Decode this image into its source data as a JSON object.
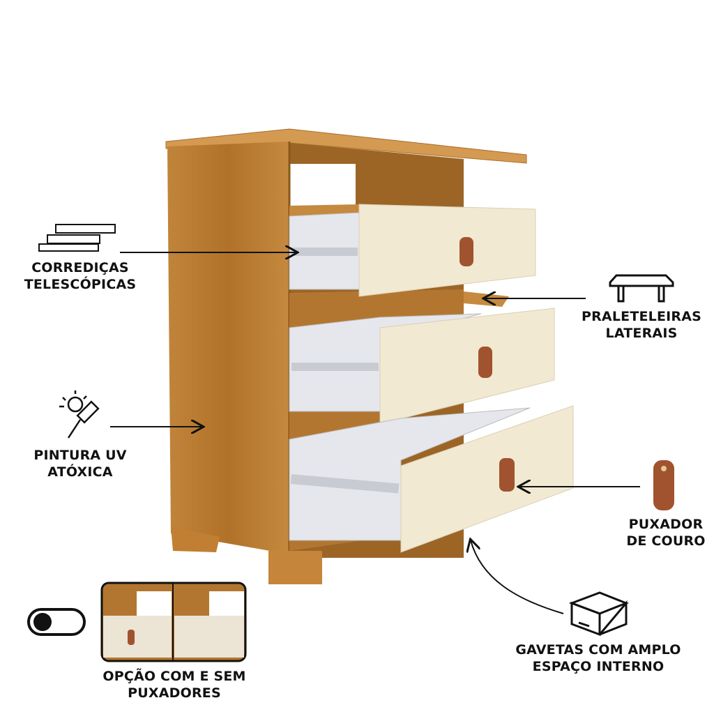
{
  "features": {
    "slides": {
      "line1": "CORREDIÇAS",
      "line2": "TELESCÓPICAS",
      "icon": "telescopic-slide-icon"
    },
    "shelves": {
      "line1": "PRALETELEIRAS",
      "line2": "LATERAIS",
      "icon": "shelf-icon"
    },
    "paint": {
      "line1": "PINTURA UV",
      "line2": "ATÓXICA",
      "icon": "paint-brush-icon"
    },
    "handle": {
      "line1": "PUXADOR",
      "line2": "DE COURO",
      "icon": "leather-handle-icon"
    },
    "drawers": {
      "line1": "GAVETAS COM AMPLO",
      "line2": "ESPAÇO INTERNO",
      "icon": "box-icon"
    },
    "option": {
      "line1": "OPÇÃO COM E SEM",
      "line2": "PUXADORES",
      "icon": "toggle-icon"
    }
  },
  "colors": {
    "wood": "#b87a2e",
    "wood_dark": "#9a6222",
    "cream": "#f1e9d2",
    "drawer_box": "#e6e8ec",
    "leather": "#a0532e"
  }
}
